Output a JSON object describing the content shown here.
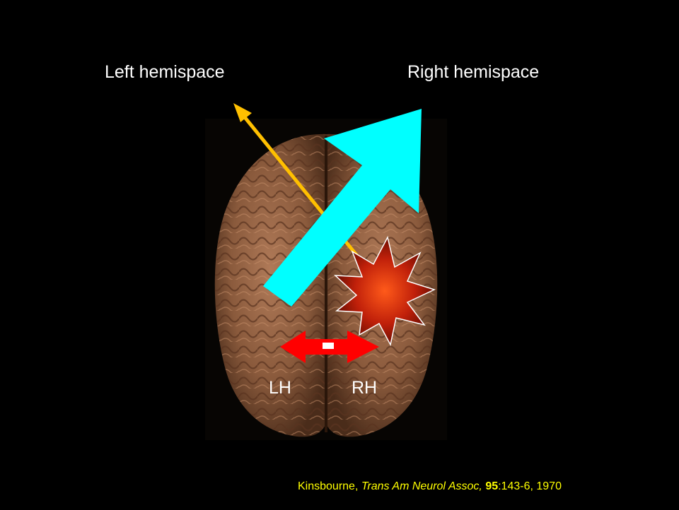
{
  "labels": {
    "left_hemispace": "Left hemispace",
    "right_hemispace": "Right hemispace",
    "lh": "LH",
    "rh": "RH",
    "inhibition_sign": "-"
  },
  "citation": {
    "author": "Kinsbourne, ",
    "journal": "Trans Am Neurol Assoc,",
    "volume": "95",
    "pages_year": ":143-6, 1970"
  },
  "colors": {
    "background": "#000000",
    "left_arrow": "#ffc000",
    "right_arrow": "#00ffff",
    "interhemispheric_arrow": "#ff0000",
    "citation_text": "#ffff00"
  }
}
